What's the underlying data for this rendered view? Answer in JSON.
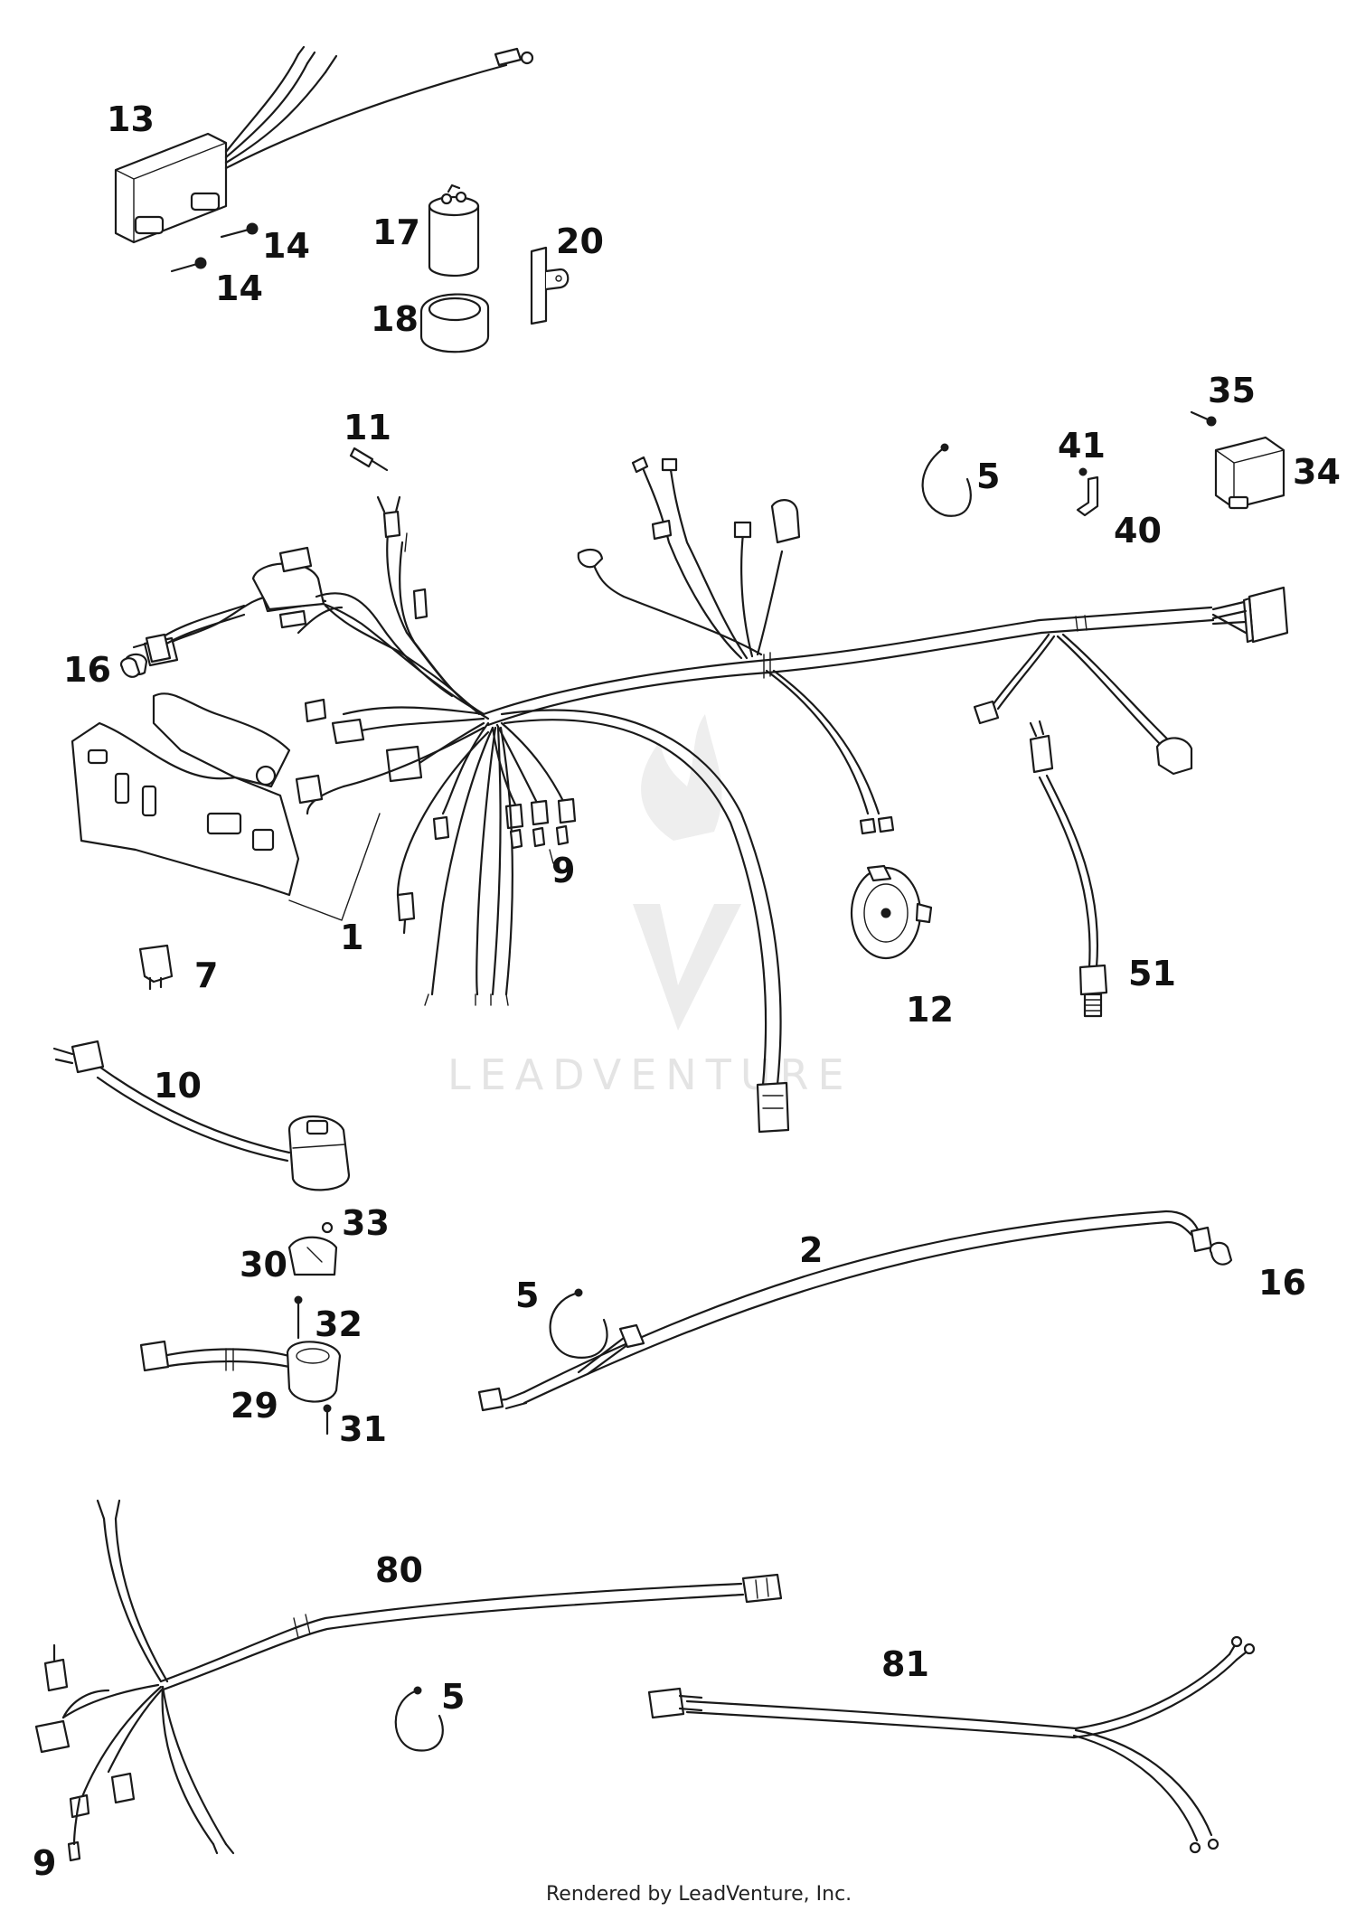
{
  "watermark": {
    "brand_text": "LEADVENTURE"
  },
  "footer": {
    "text": "Rendered by LeadVenture, Inc."
  },
  "callouts": {
    "c13": "13",
    "c14a": "14",
    "c14b": "14",
    "c17": "17",
    "c18": "18",
    "c20": "20",
    "c11": "11",
    "c35": "35",
    "c41": "41",
    "c5a": "5",
    "c34": "34",
    "c40": "40",
    "c16a": "16",
    "c9a": "9",
    "c1": "1",
    "c7": "7",
    "c12": "12",
    "c51": "51",
    "c10": "10",
    "c33": "33",
    "c30": "30",
    "c32": "32",
    "c29": "29",
    "c31": "31",
    "c2": "2",
    "c5b": "5",
    "c16b": "16",
    "c80": "80",
    "c81": "81",
    "c5c": "5",
    "c9b": "9"
  }
}
